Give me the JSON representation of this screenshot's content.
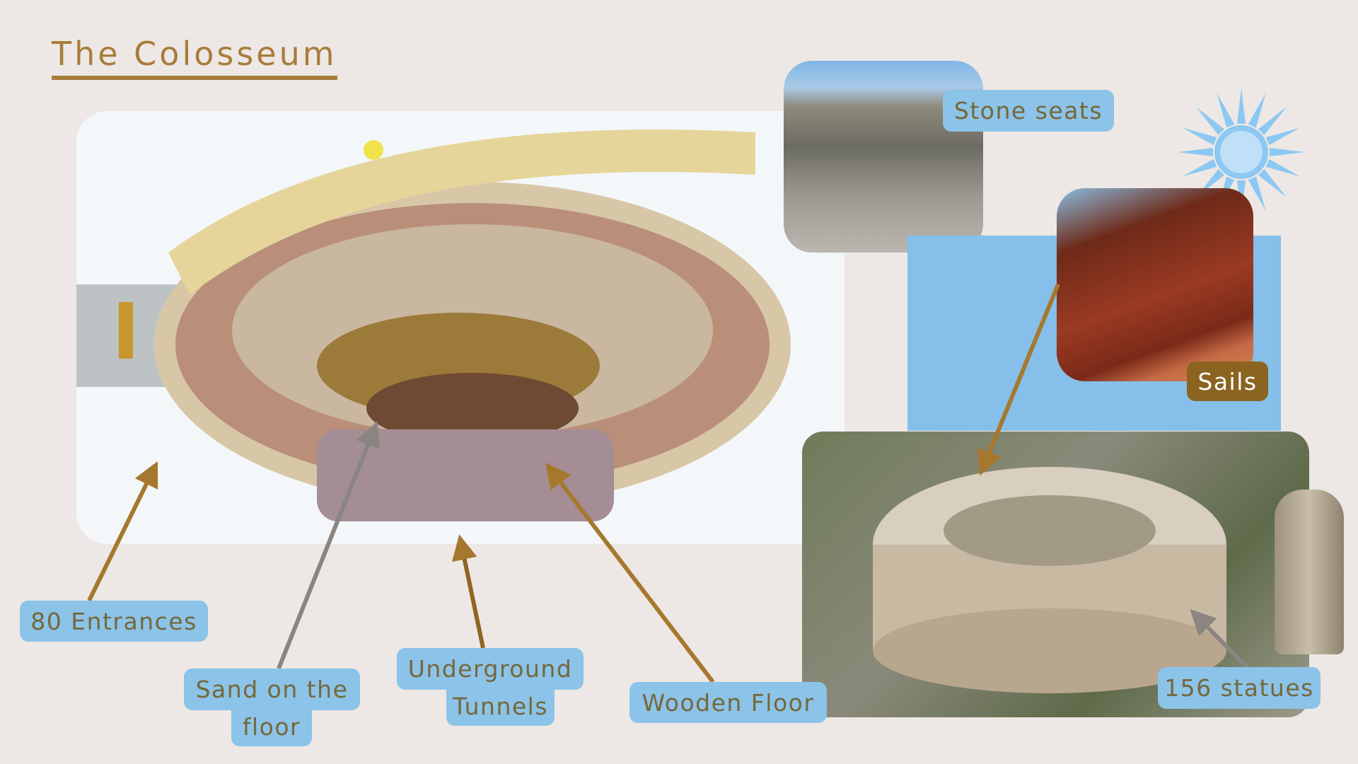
{
  "title": "The Colosseum",
  "labels": {
    "entrances": "80 Entrances",
    "sand_line1": "Sand on the",
    "sand_line2": "floor",
    "tunnels_line1": "Underground",
    "tunnels_line2": "Tunnels",
    "wooden": "Wooden Floor",
    "stone": "Stone seats",
    "sails": "Sails",
    "statues": "156 statues"
  },
  "colors": {
    "background": "#ede8e5",
    "accent": "#a87c3a",
    "label_bg": "#8cc3e8",
    "label_text": "#75683a",
    "sails_bg": "#8a6420"
  }
}
